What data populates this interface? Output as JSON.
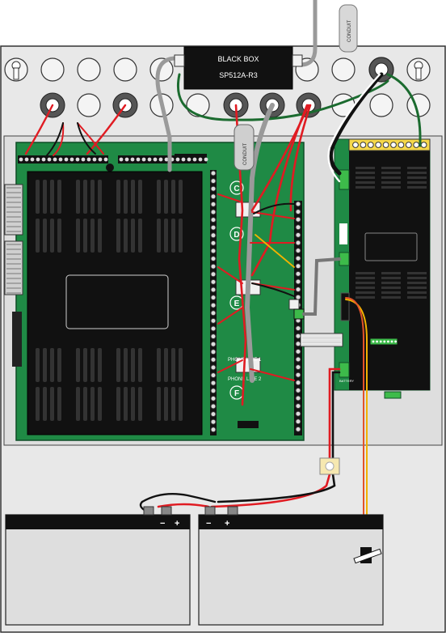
{
  "device": {
    "name": "BLACK BOX",
    "model": "SP512A-R3"
  },
  "conduit_labels": [
    "CONDUIT",
    "CONDUIT"
  ],
  "terminal_groups": [
    "C",
    "D",
    "E",
    "F"
  ],
  "phone_lines": [
    "PHONE LINE 1",
    "PHONE LINE 2"
  ],
  "battery_polarity": [
    "−",
    "+"
  ],
  "battery_label": "BATTERY",
  "colors": {
    "enclosure": "#e8e8e8",
    "board": "#1f8a45",
    "dark": "#1b1b1b",
    "wire_red": "#e01b22",
    "wire_black": "#111111",
    "wire_green": "#1b6b2f",
    "wire_gray": "#9a9a9a",
    "wire_yellow": "#f2b200"
  }
}
